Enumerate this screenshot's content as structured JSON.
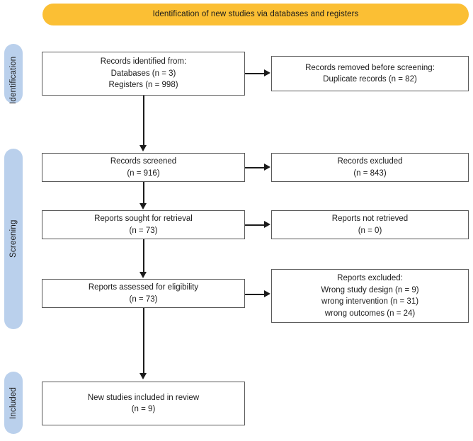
{
  "diagram": {
    "type": "prisma-flow-diagram",
    "banner": {
      "title": "Identification of new studies via databases and registers",
      "color": "#fbbf34"
    },
    "stages": [
      {
        "key": "identification",
        "label": "Identification",
        "color": "#bad0ec"
      },
      {
        "key": "screening",
        "label": "Screening",
        "color": "#bad0ec"
      },
      {
        "key": "included",
        "label": "Included",
        "color": "#bad0ec"
      }
    ],
    "boxes": {
      "records_identified": {
        "lines": [
          "Records identified from:",
          "Databases (n = 3)",
          "Registers (n = 998)"
        ]
      },
      "records_removed": {
        "lines": [
          "Records removed before screening:",
          "Duplicate records (n = 82)"
        ]
      },
      "records_screened": {
        "lines": [
          "Records screened",
          "(n = 916)"
        ]
      },
      "records_excluded": {
        "lines": [
          "Records excluded",
          "(n = 843)"
        ]
      },
      "reports_sought": {
        "lines": [
          "Reports sought for retrieval",
          "(n = 73)"
        ]
      },
      "reports_not_retrieved": {
        "lines": [
          "Reports not retrieved",
          "(n = 0)"
        ]
      },
      "reports_assessed": {
        "lines": [
          "Reports assessed for eligibility",
          "(n = 73)"
        ]
      },
      "reports_excluded": {
        "lines": [
          "Reports excluded:",
          "Wrong study design (n = 9)",
          "wrong intervention (n = 31)",
          "wrong outcomes (n = 24)"
        ]
      },
      "new_studies_included": {
        "lines": [
          "New studies included in review",
          "(n = 9)"
        ]
      }
    }
  }
}
